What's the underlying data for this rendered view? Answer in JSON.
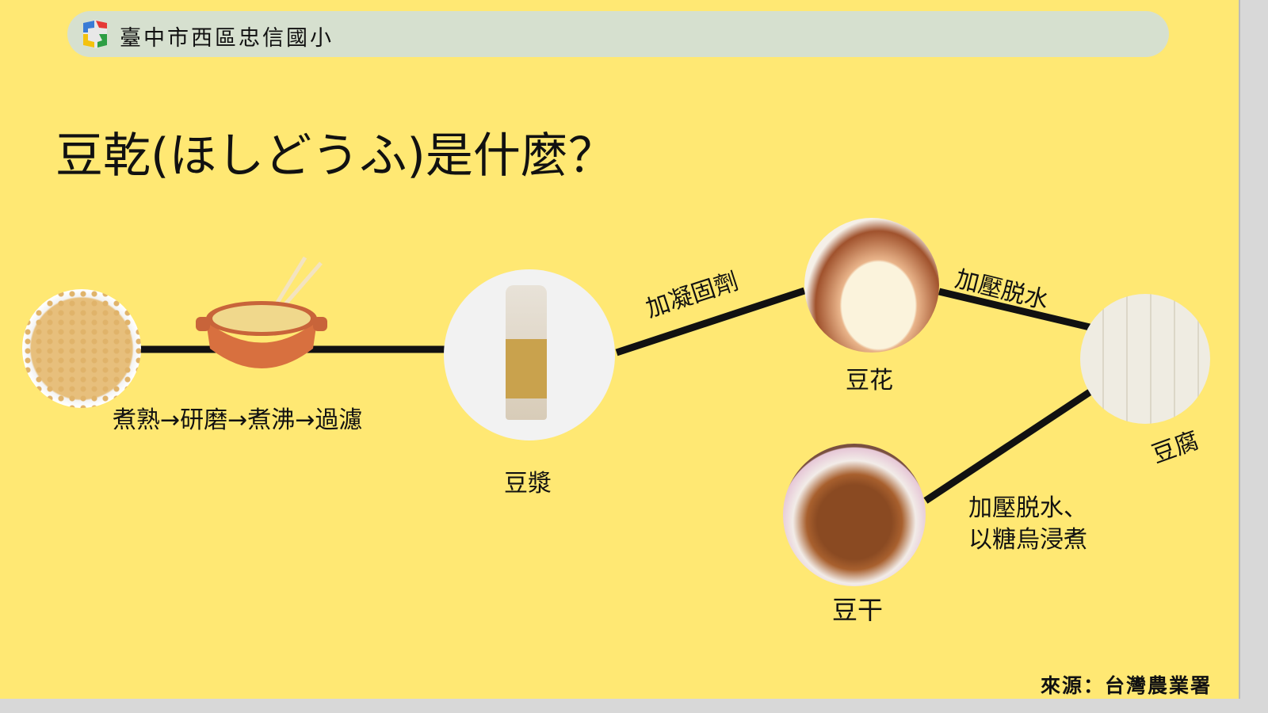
{
  "header": {
    "school_name": "臺中市西區忠信國小"
  },
  "title": "豆乾(ほしどうふ)是什麼？",
  "steps": {
    "process": "煮熟→研磨→煮沸→過濾",
    "soy_milk": "豆漿",
    "coagulant": "加凝固劑",
    "tofu_pudding": "豆花",
    "press": "加壓脱水",
    "tofu": "豆腐",
    "press_braise_1": "加壓脱水、",
    "press_braise_2": "以糖烏浸煮",
    "dried_tofu": "豆干"
  },
  "source": "來源：台灣農業署"
}
